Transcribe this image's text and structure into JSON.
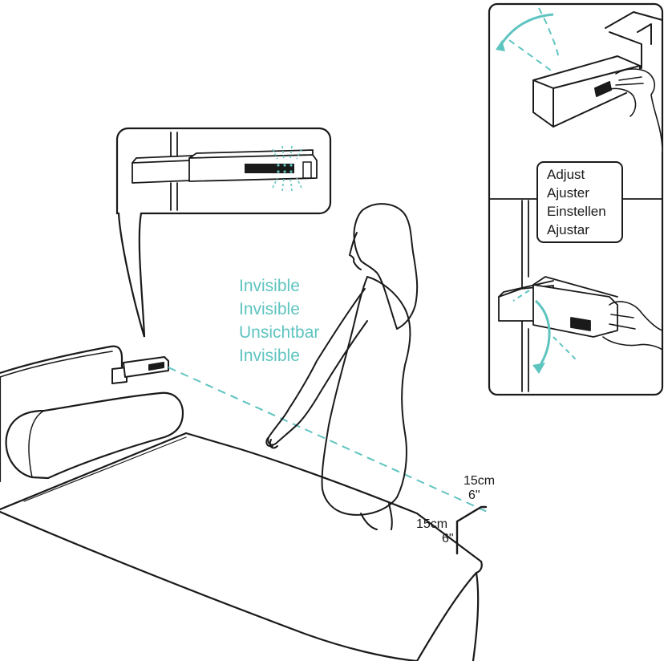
{
  "colors": {
    "ink": "#1a1a1a",
    "accent": "#5ec4c0",
    "panel_bg": "#ffffff"
  },
  "beam_labels": [
    "Invisible",
    "Invisible",
    "Unsichtbar",
    "Invisible"
  ],
  "adjust_labels": [
    "Adjust",
    "Ajuster",
    "Einstellen",
    "Ajustar"
  ],
  "measure_upper": {
    "metric": "15cm",
    "imperial": "6\""
  },
  "measure_lower": {
    "metric": "15cm",
    "imperial": "6\""
  }
}
